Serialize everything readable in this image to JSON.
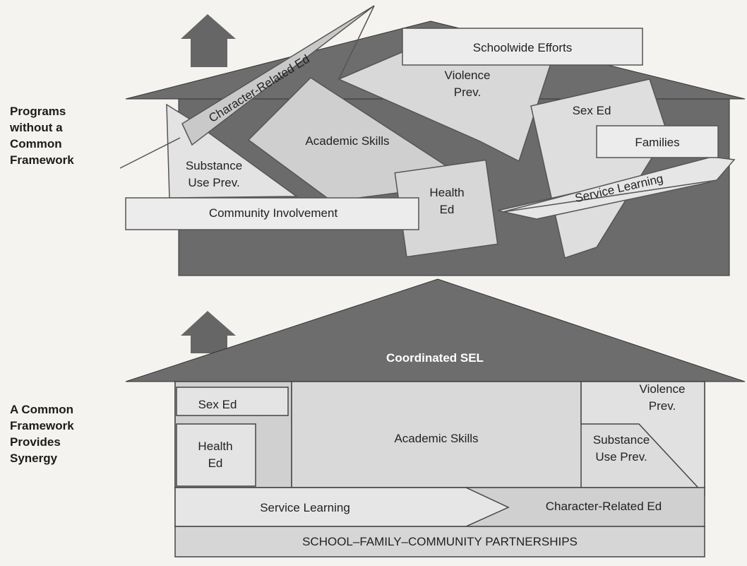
{
  "top": {
    "side_label": [
      "Programs",
      "without a",
      "Common",
      "Framework"
    ],
    "pieces": {
      "character": "Character-Related Ed",
      "schoolwide": "Schoolwide Efforts",
      "violence": [
        "Violence",
        "Prev."
      ],
      "sex_ed": "Sex Ed",
      "academic": "Academic Skills",
      "families": "Families",
      "substance": [
        "Substance",
        "Use Prev."
      ],
      "health": [
        "Health",
        "Ed"
      ],
      "service": "Service Learning",
      "community": "Community Involvement"
    }
  },
  "bottom": {
    "side_label": [
      "A Common",
      "Framework",
      "Provides",
      "Synergy"
    ],
    "roof": "Coordinated SEL",
    "sex_ed": "Sex Ed",
    "health": [
      "Health",
      "Ed"
    ],
    "academic": "Academic Skills",
    "violence": [
      "Violence",
      "Prev."
    ],
    "substance": [
      "Substance",
      "Use Prev."
    ],
    "service": "Service Learning",
    "character": "Character-Related Ed",
    "partnerships": "SCHOOL–FAMILY–COMMUNITY PARTNERSHIPS"
  }
}
